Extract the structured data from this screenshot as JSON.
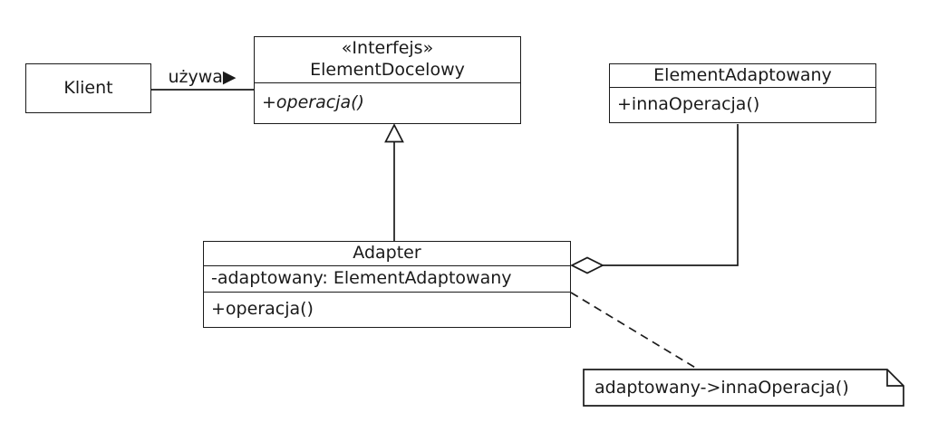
{
  "diagram": {
    "title": "UML Adapter pattern class diagram",
    "background_color": "#ffffff",
    "line_color": "#1a1a1a"
  },
  "classes": {
    "klient": {
      "name": "Klient"
    },
    "element_docelowy": {
      "stereotype": "«Interfejs»",
      "name": "ElementDocelowy",
      "methods": [
        "+operacja()"
      ]
    },
    "element_adaptowany": {
      "name": "ElementAdaptowany",
      "methods": [
        "+innaOperacja()"
      ]
    },
    "adapter": {
      "name": "Adapter",
      "attributes": [
        "-adaptowany: ElementAdaptowany"
      ],
      "methods": [
        "+operacja()"
      ]
    }
  },
  "edges": {
    "association_label": "używa▶"
  },
  "note": {
    "text": "adaptowany->innaOperacja()"
  }
}
